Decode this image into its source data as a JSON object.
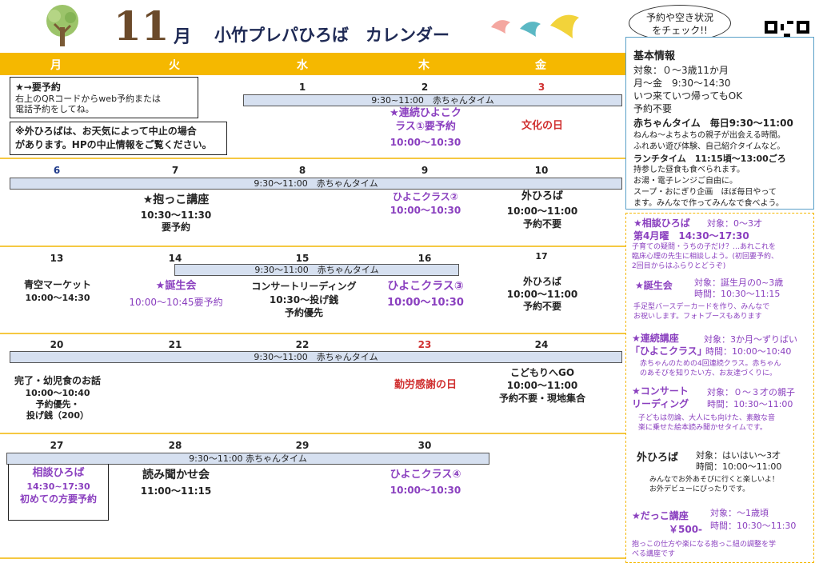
{
  "header": {
    "month_num": "11",
    "month_kanji": "月",
    "title": "小竹プレパひろば　カレンダー",
    "bubble_line1": "予約や空き状況",
    "bubble_line2": "をチェック!!"
  },
  "weekdays": [
    "月",
    "火",
    "水",
    "木",
    "金"
  ],
  "notice1": {
    "title": "★→要予約",
    "line1": "右上のQRコードからweb予約または",
    "line2": "電話予約をしてね。"
  },
  "notice2": {
    "line1": "※外ひろばは、お天気によって中止の場合",
    "line2": "があります。HPの中止情報をご覧ください。"
  },
  "baby_time": "9:30~11:00　赤ちゃんタイム",
  "baby_time2": "9:30～11:00　赤ちゃんタイム",
  "week1": {
    "d1": "1",
    "d2": "2",
    "d3": "3",
    "thu_title1": "★連続ひよこク",
    "thu_title2": "ラス①要予約",
    "thu_time": "10:00～10:30",
    "fri_holiday": "文化の日"
  },
  "week2": {
    "d1": "6",
    "d2": "7",
    "d3": "8",
    "d4": "9",
    "d5": "10",
    "tue_title": "★抱っこ講座",
    "tue_time": "10:30～11:30",
    "tue_note": "要予約",
    "thu_title": "ひよこクラス②",
    "thu_time": "10:00～10:30",
    "fri_title": "外ひろば",
    "fri_time": "10:00～11:00",
    "fri_note": "予約不要"
  },
  "week3": {
    "d1": "13",
    "d2": "14",
    "d3": "15",
    "d4": "16",
    "d5": "17",
    "mon_title": "青空マーケット",
    "mon_time": "10:00～14:30",
    "tue_title": "★誕生会",
    "tue_time": "10:00～10:45要予約",
    "wed_title": "コンサートリーディング",
    "wed_time": "10:30～投げ銭",
    "wed_note": "予約優先",
    "thu_title": "ひよこクラス③",
    "thu_time": "10:00～10:30",
    "fri_title": "外ひろば",
    "fri_time": "10:00～11:00",
    "fri_note": "予約不要"
  },
  "week4": {
    "d1": "20",
    "d2": "21",
    "d3": "22",
    "d4": "23",
    "d5": "24",
    "mon_title": "完了・幼児食のお話",
    "mon_time": "10:00～10:40",
    "mon_note1": "予約優先・",
    "mon_note2": "投げ銭（200）",
    "thu_holiday": "勤労感謝の日",
    "fri_title": "こどもりへGO",
    "fri_time": "10:00～11:00",
    "fri_note": "予約不要・現地集合"
  },
  "week5": {
    "d1": "27",
    "d2": "28",
    "d3": "29",
    "d4": "30",
    "baby_time": "9:30～11:00 赤ちゃんタイム",
    "mon_title": "相談ひろば",
    "mon_time": "14:30~17:30",
    "mon_note": "初めての方要予約",
    "tue_title": "読み聞かせ会",
    "tue_time": "11:00～11:15",
    "thu_title": "ひよこクラス④",
    "thu_time": "10:00～10:30"
  },
  "info": {
    "heading": "基本情報",
    "l1": "対象：０～3歳11か月",
    "l2": "月～金　9:30～14:30",
    "l3": "いつ来ていつ帰ってもOK",
    "l4": "予約不要",
    "baby_title": "赤ちゃんタイム　毎日9:30～11:00",
    "baby_d1": "ねんね～よちよちの親子が出会える時間。",
    "baby_d2": "ふれあい遊び体験、自己紹介タイムなど。",
    "lunch_title": "ランチタイム　11:15頃～13:00ごろ",
    "lunch_d1": "持参した昼食も食べられます。",
    "lunch_d2": "お湯・電子レンジご自由に。",
    "lunch_d3": "スープ・おにぎり企画　ほぼ毎日やって",
    "lunch_d4": "ます。みんなで作ってみんなで食べよう。"
  },
  "events": {
    "soudan_title": "★相談ひろば",
    "soudan_target": "対象：0～3才",
    "soudan_day": "第4月曜　14:30～17:30",
    "soudan_d1": "子育ての疑問・うちの子だけ？…あれこれを",
    "soudan_d2": "臨床心理の先生に相談しよう。(初回要予約、",
    "soudan_d3": "2回目からはふらりとどうぞ)",
    "tanjo_title": "★誕生会",
    "tanjo_target": "対象：誕生月の0~3歳",
    "tanjo_time": "時間：10:30～11:15",
    "tanjo_d1": "手足型バースデーカードを作り、みんなで",
    "tanjo_d2": "お祝いします。フォトブースもあります",
    "hiyoko_title1": "★連続講座",
    "hiyoko_target": "対象：3か月～ずりばい",
    "hiyoko_title2": "「ひよこクラス」",
    "hiyoko_time": "時間：10:00～10:40",
    "hiyoko_d1": "赤ちゃんのための4回連続クラス。赤ちゃん",
    "hiyoko_d2": "のあそびを知りたい方、お友達づくりに。",
    "concert_title1": "★コンサート",
    "concert_target": "対象：０～３才の親子",
    "concert_title2": "リーディング",
    "concert_time": "時間：10:30～11:00",
    "concert_d1": "子どもは勿論、大人にも向けた、素敵な音",
    "concert_d2": "楽に乗せた絵本読み聞かせタイムです。",
    "soto_title": "外ひろば",
    "soto_target": "対象：はいはい～3才",
    "soto_time": "時間：10:00～11:00",
    "soto_d1": "みんなでお外あそびに行くと楽しいよ！",
    "soto_d2": "お外デビューにぴったりです。",
    "dakko_title": "★だっこ講座",
    "dakko_target": "対象：～1歳頃",
    "dakko_price": "￥500-",
    "dakko_time": "時間：10:30～11:30",
    "dakko_d1": "抱っこの仕方や楽になる抱っこ紐の調整を学",
    "dakko_d2": "べる講座です"
  },
  "colors": {
    "header_bar": "#f5b800",
    "purple": "#8a3fbf",
    "red": "#d03030",
    "bar": "#d6e0f0"
  }
}
